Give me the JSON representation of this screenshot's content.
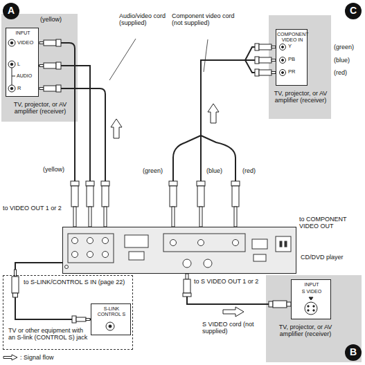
{
  "diagram": {
    "nodes": [
      {
        "text": [
          "TV, projector, or AV amplifier (receiver)"
        ]
      },
      {
        "text": [
          "A"
        ],
        "in": 0
      },
      {
        "text": [
          "INPUT"
        ],
        "in": 0
      },
      {
        "text": [
          "TV, projector, or AV amplifier (receiver)"
        ]
      },
      {
        "text": [
          "C"
        ],
        "in": 3
      },
      {
        "text": [
          "COMPONENT VIDEO IN"
        ],
        "in": 3
      },
      {
        "text": [
          "CD/DVD player"
        ]
      },
      {
        "text": [
          "to S-LINK/CONTROL S IN (page 22)",
          "TV or other equipment with an S-link (CONTROL S) jack"
        ]
      },
      {
        "text": [
          "S-LINK CONTROL S"
        ],
        "in": 7
      },
      {
        "text": [
          "TV, projector, or AV amplifier (receiver)"
        ]
      },
      {
        "text": [
          "B"
        ],
        "in": 9
      },
      {
        "text": [
          "INPUT",
          "S VIDEO"
        ],
        "in": 9
      }
    ],
    "edges": [
      {
        "from": 6,
        "to": 2,
        "arrow": "none",
        "label": "Audio/video cord (supplied)"
      },
      {
        "from": 6,
        "to": 5,
        "arrow": "none",
        "label": "Component video cord (not supplied)"
      },
      {
        "from": 6,
        "to": 8,
        "arrow": "none"
      },
      {
        "from": 6,
        "to": 11,
        "arrow": "none",
        "label": "S VIDEO cord (not supplied)"
      }
    ],
    "labels": [
      "(yellow)",
      "VIDEO",
      "L",
      "AUDIO",
      "R",
      "Y",
      "PB",
      "PR",
      "(green)",
      "(blue)",
      "(red)",
      "(yellow)",
      "(green)",
      "(blue)",
      "(red)",
      "to VIDEO OUT 1 or 2",
      "to COMPONENT VIDEO OUT",
      "to S VIDEO OUT 1 or 2"
    ],
    "legend": [
      {
        "text": ": Signal flow"
      }
    ]
  }
}
